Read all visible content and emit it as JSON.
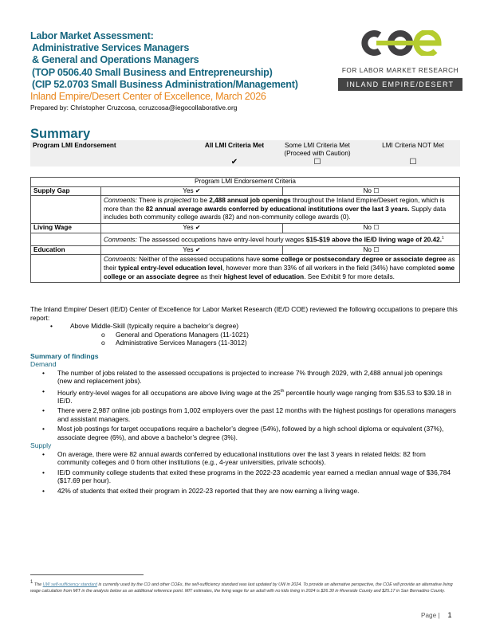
{
  "header": {
    "title_lines": [
      "Labor Market Assessment:",
      "Administrative Services Managers",
      "& General and Operations Managers",
      "(TOP 0506.40 Small Business and Entrepreneurship)",
      "(CIP 52.0703 Small Business Administration/Management)"
    ],
    "subtitle": "Inland Empire/Desert Center of Excellence, March 2026",
    "prepared_by": "Prepared by: Christopher Cruzcosa, ccruzcosa@iegocollaborative.org"
  },
  "logo": {
    "mark": "coe",
    "line1": "FOR LABOR MARKET RESEARCH",
    "line2": "INLAND EMPIRE/DESERT",
    "colors": {
      "dark": "#414042",
      "green": "#b5cc2f"
    }
  },
  "summary": {
    "heading": "Summary",
    "endorsement": {
      "label": "Program LMI Endorsement",
      "options": [
        {
          "label": "All LMI Criteria Met",
          "mark": "✔"
        },
        {
          "label": "Some LMI Criteria Met",
          "sublabel": "(Proceed with Caution)",
          "mark": "☐"
        },
        {
          "label": "LMI Criteria NOT Met",
          "mark": "☐"
        }
      ]
    }
  },
  "criteria_table": {
    "title": "Program LMI Endorsement Criteria",
    "rows": [
      {
        "label": "Supply Gap",
        "yes": "Yes ✔",
        "no": "No ☐",
        "comment_prefix": "Comments:",
        "comment_parts": [
          " There is ",
          "projected",
          " to be ",
          "2,488 annual job openings",
          " throughout the Inland Empire/Desert region, which is more than the ",
          "82 annual average awards conferred by educational institutions over the last 3 years.",
          " Supply data includes both community college awards (82) and non-community college awards (0)."
        ]
      },
      {
        "label": "Living Wage",
        "yes": "Yes ✔",
        "no": "No ☐",
        "comment_prefix": "Comments:",
        "comment_parts": [
          " The assessed occupations have entry-level hourly wages ",
          "$15-$19 above the IE/D living wage of 20.42.",
          "1"
        ]
      },
      {
        "label": "Education",
        "yes": "Yes ✔",
        "no": "No ☐",
        "comment_prefix": "Comments:",
        "comment_parts": [
          " Neither of the assessed occupations have ",
          "some college or postsecondary degree or associate degree",
          " as their ",
          "typical entry-level education level",
          ", however more than 33% of all workers in the field (34%) have completed ",
          "some college or an associate degree",
          " as their ",
          "highest level of education",
          ". See Exhibit 9 for more details."
        ]
      }
    ]
  },
  "intro": {
    "paragraph": "The Inland Empire/ Desert (IE/D) Center of Excellence for Labor Market Research (IE/D COE) reviewed the following occupations to prepare this report:",
    "bullet": "Above Middle-Skill (typically require a bachelor’s degree)",
    "sub_bullets": [
      "General and Operations Managers (11-1021)",
      "Administrative Services Managers (11-3012)"
    ]
  },
  "findings": {
    "heading": "Summary of findings",
    "demand": {
      "heading": "Demand",
      "items": [
        "The number of jobs related to the assessed occupations is projected to increase 7% through 2029, with 2,488 annual job openings (new and replacement jobs).",
        {
          "before": "Hourly entry-level wages for all occupations are above living wage at the 25",
          "sup": "th",
          "after": " percentile hourly wage ranging from $35.53 to $39.18 in IE/D."
        },
        "There were 2,987 online job postings from 1,002 employers over the past 12 months with the highest postings for operations managers and assistant managers.",
        "Most job postings for target occupations require a bachelor’s degree (54%), followed by a high school diploma or equivalent (37%), associate degree (6%), and above a bachelor’s degree (3%)."
      ]
    },
    "supply": {
      "heading": "Supply",
      "items": [
        "On average, there were 82 annual awards conferred by educational institutions over the last 3 years in related fields: 82 from community colleges and 0 from other institutions (e.g., 4-year universities, private schools).",
        "IE/D community college students that exited these programs in the 2022-23 academic year earned a median annual wage of $36,784 ($17.69 per hour).",
        "42% of students that exited their program in 2022-23 reported that they are now earning a living wage."
      ]
    }
  },
  "footnote": {
    "number": "1",
    "pre": " The ",
    "link": "UW self-sufficiency standard",
    "text": " is currently used by the CO and other COEs, the self-sufficiency standard was last updated by UW in 2024. To provide an alternative perspective, the COE will provide an alternative living wage calculation from MIT in the analysis below as an additional reference point. MIT estimates, the living wage for an adult with no kids living in 2024 is $26.30 in Riverside County and $25.17 in San Bernadino County."
  },
  "page": {
    "label": "Page |",
    "number": "1"
  }
}
